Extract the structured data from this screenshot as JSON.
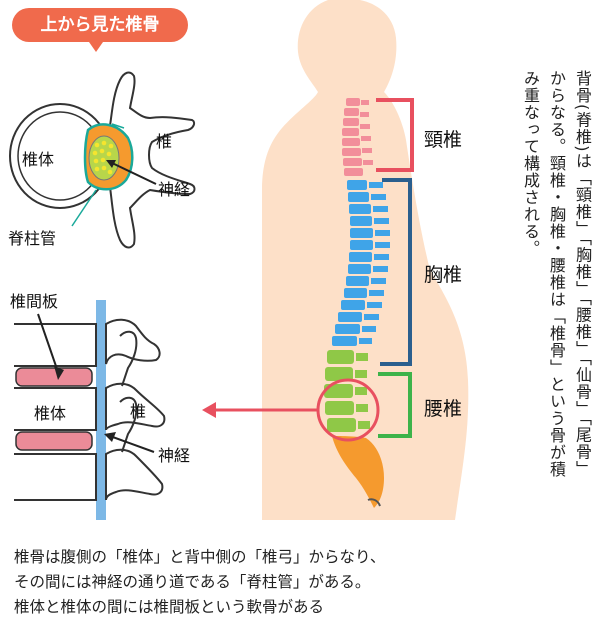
{
  "badge": {
    "title": "上から見た椎骨"
  },
  "top_view": {
    "label_body": "椎体",
    "label_arch": "椎",
    "label_nerve": "神経",
    "label_canal": "脊柱管"
  },
  "side_view": {
    "label_disc": "椎間板",
    "label_body": "椎体",
    "label_arch": "椎",
    "label_nerve": "神経"
  },
  "spine": {
    "cervical": "頸椎",
    "thoracic": "胸椎",
    "lumbar": "腰椎"
  },
  "description": {
    "col1": "背骨(脊椎)は「頸椎」「胸椎」「腰椎」「仙骨」「尾骨」",
    "col2": "からなる。頸椎・胸椎・腰椎は「椎骨」という骨が積",
    "col3": "み重なって構成される。"
  },
  "caption": {
    "line1": "椎骨は腹側の「椎体」と背中側の「椎弓」からなり、",
    "line2": "その間には神経の通り道である「脊柱管」がある。",
    "line3": "椎体と椎体の間には椎間板という軟骨がある"
  },
  "colors": {
    "badge": "#f06a4c",
    "body_skin": "#fde0c8",
    "cervical": "#f28e9a",
    "thoracic": "#3fa4e8",
    "lumbar": "#8fc847",
    "sacrum": "#f59a2e",
    "cervical_bracket": "#e8505f",
    "thoracic_bracket": "#2b5f8e",
    "lumbar_bracket": "#3db34a",
    "arrow": "#e8505f",
    "nerve_blue": "#7db8e6",
    "disc_pink": "#eb8b98"
  }
}
